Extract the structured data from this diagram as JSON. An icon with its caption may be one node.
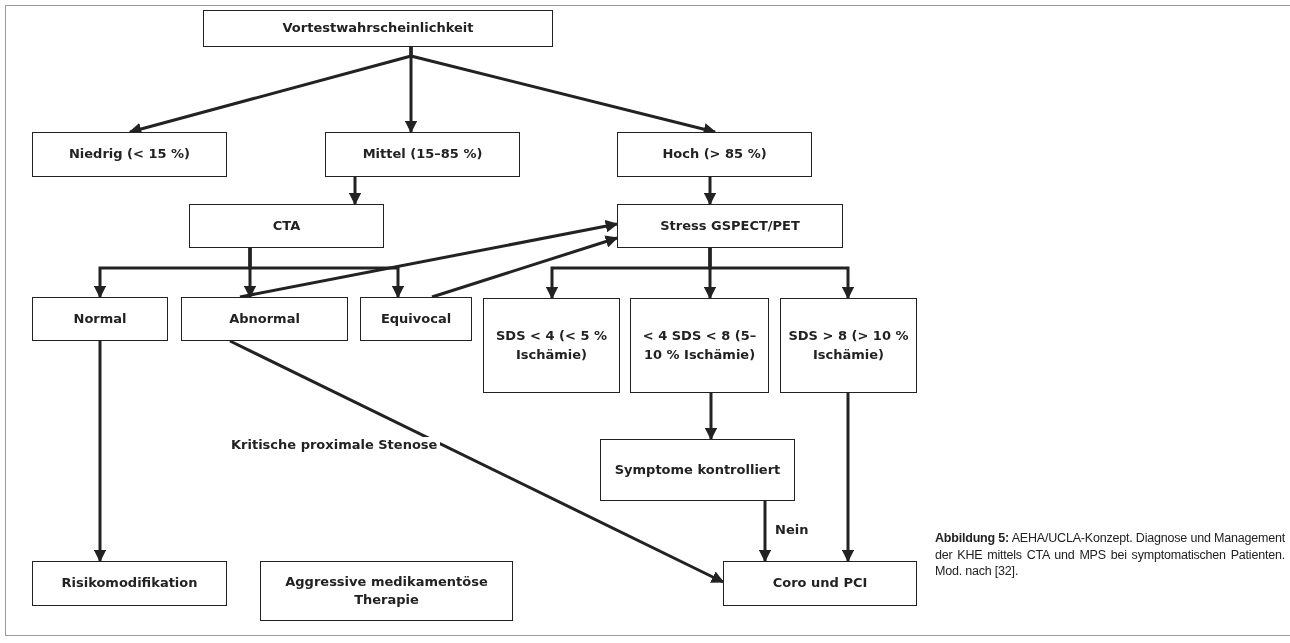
{
  "diagram": {
    "caption": "**Abbildung 5:** AEHA/UCLA-Konzept. Diagnose und Management der KHE mittels CTA und MPS bei symptomatischen Patienten. Mod. nach [32].",
    "nodes": [
      {
        "text": [
          "Vortestwahrscheinlichkeit"
        ]
      },
      {
        "text": [
          "Niedrig (< 15 %)"
        ]
      },
      {
        "text": [
          "Mittel (15–85 %)"
        ]
      },
      {
        "text": [
          "Hoch (> 85 %)"
        ]
      },
      {
        "text": [
          "CTA"
        ]
      },
      {
        "text": [
          "Stress GSPECT/PET"
        ]
      },
      {
        "text": [
          "Normal"
        ]
      },
      {
        "text": [
          "Abnormal"
        ]
      },
      {
        "text": [
          "Equivocal"
        ]
      },
      {
        "text": [
          "SDS < 4 (< 5 % Ischämie)"
        ]
      },
      {
        "text": [
          "< 4 SDS < 8 (5–10 % Ischämie)"
        ]
      },
      {
        "text": [
          "SDS > 8 (> 10 % Ischämie)"
        ]
      },
      {
        "text": [
          "Symptome kontrolliert"
        ]
      },
      {
        "text": [
          "Risikomodifikation"
        ]
      },
      {
        "text": [
          "Aggressive medikamentöse Therapie"
        ]
      },
      {
        "text": [
          "Coro und PCI"
        ]
      }
    ],
    "edges": [
      {
        "from": 0,
        "to": 1,
        "arrow": "to"
      },
      {
        "from": 0,
        "to": 2,
        "arrow": "to"
      },
      {
        "from": 0,
        "to": 3,
        "arrow": "to"
      },
      {
        "from": 2,
        "to": 4,
        "arrow": "to"
      },
      {
        "from": 3,
        "to": 5,
        "arrow": "to"
      },
      {
        "from": 4,
        "to": 6,
        "arrow": "to"
      },
      {
        "from": 4,
        "to": 7,
        "arrow": "to"
      },
      {
        "from": 4,
        "to": 8,
        "arrow": "to"
      },
      {
        "from": 7,
        "to": 5,
        "arrow": "to"
      },
      {
        "from": 8,
        "to": 5,
        "arrow": "to"
      },
      {
        "from": 5,
        "to": 9,
        "arrow": "to"
      },
      {
        "from": 5,
        "to": 10,
        "arrow": "to"
      },
      {
        "from": 5,
        "to": 11,
        "arrow": "to"
      },
      {
        "from": 10,
        "to": 12,
        "arrow": "to"
      },
      {
        "from": 12,
        "to": 15,
        "arrow": "to",
        "label": "Nein"
      },
      {
        "from": 11,
        "to": 15,
        "arrow": "to"
      },
      {
        "from": 7,
        "to": 15,
        "arrow": "to",
        "label": "Kritische proximale Stenose"
      },
      {
        "from": 6,
        "to": 13,
        "arrow": "to"
      }
    ]
  }
}
